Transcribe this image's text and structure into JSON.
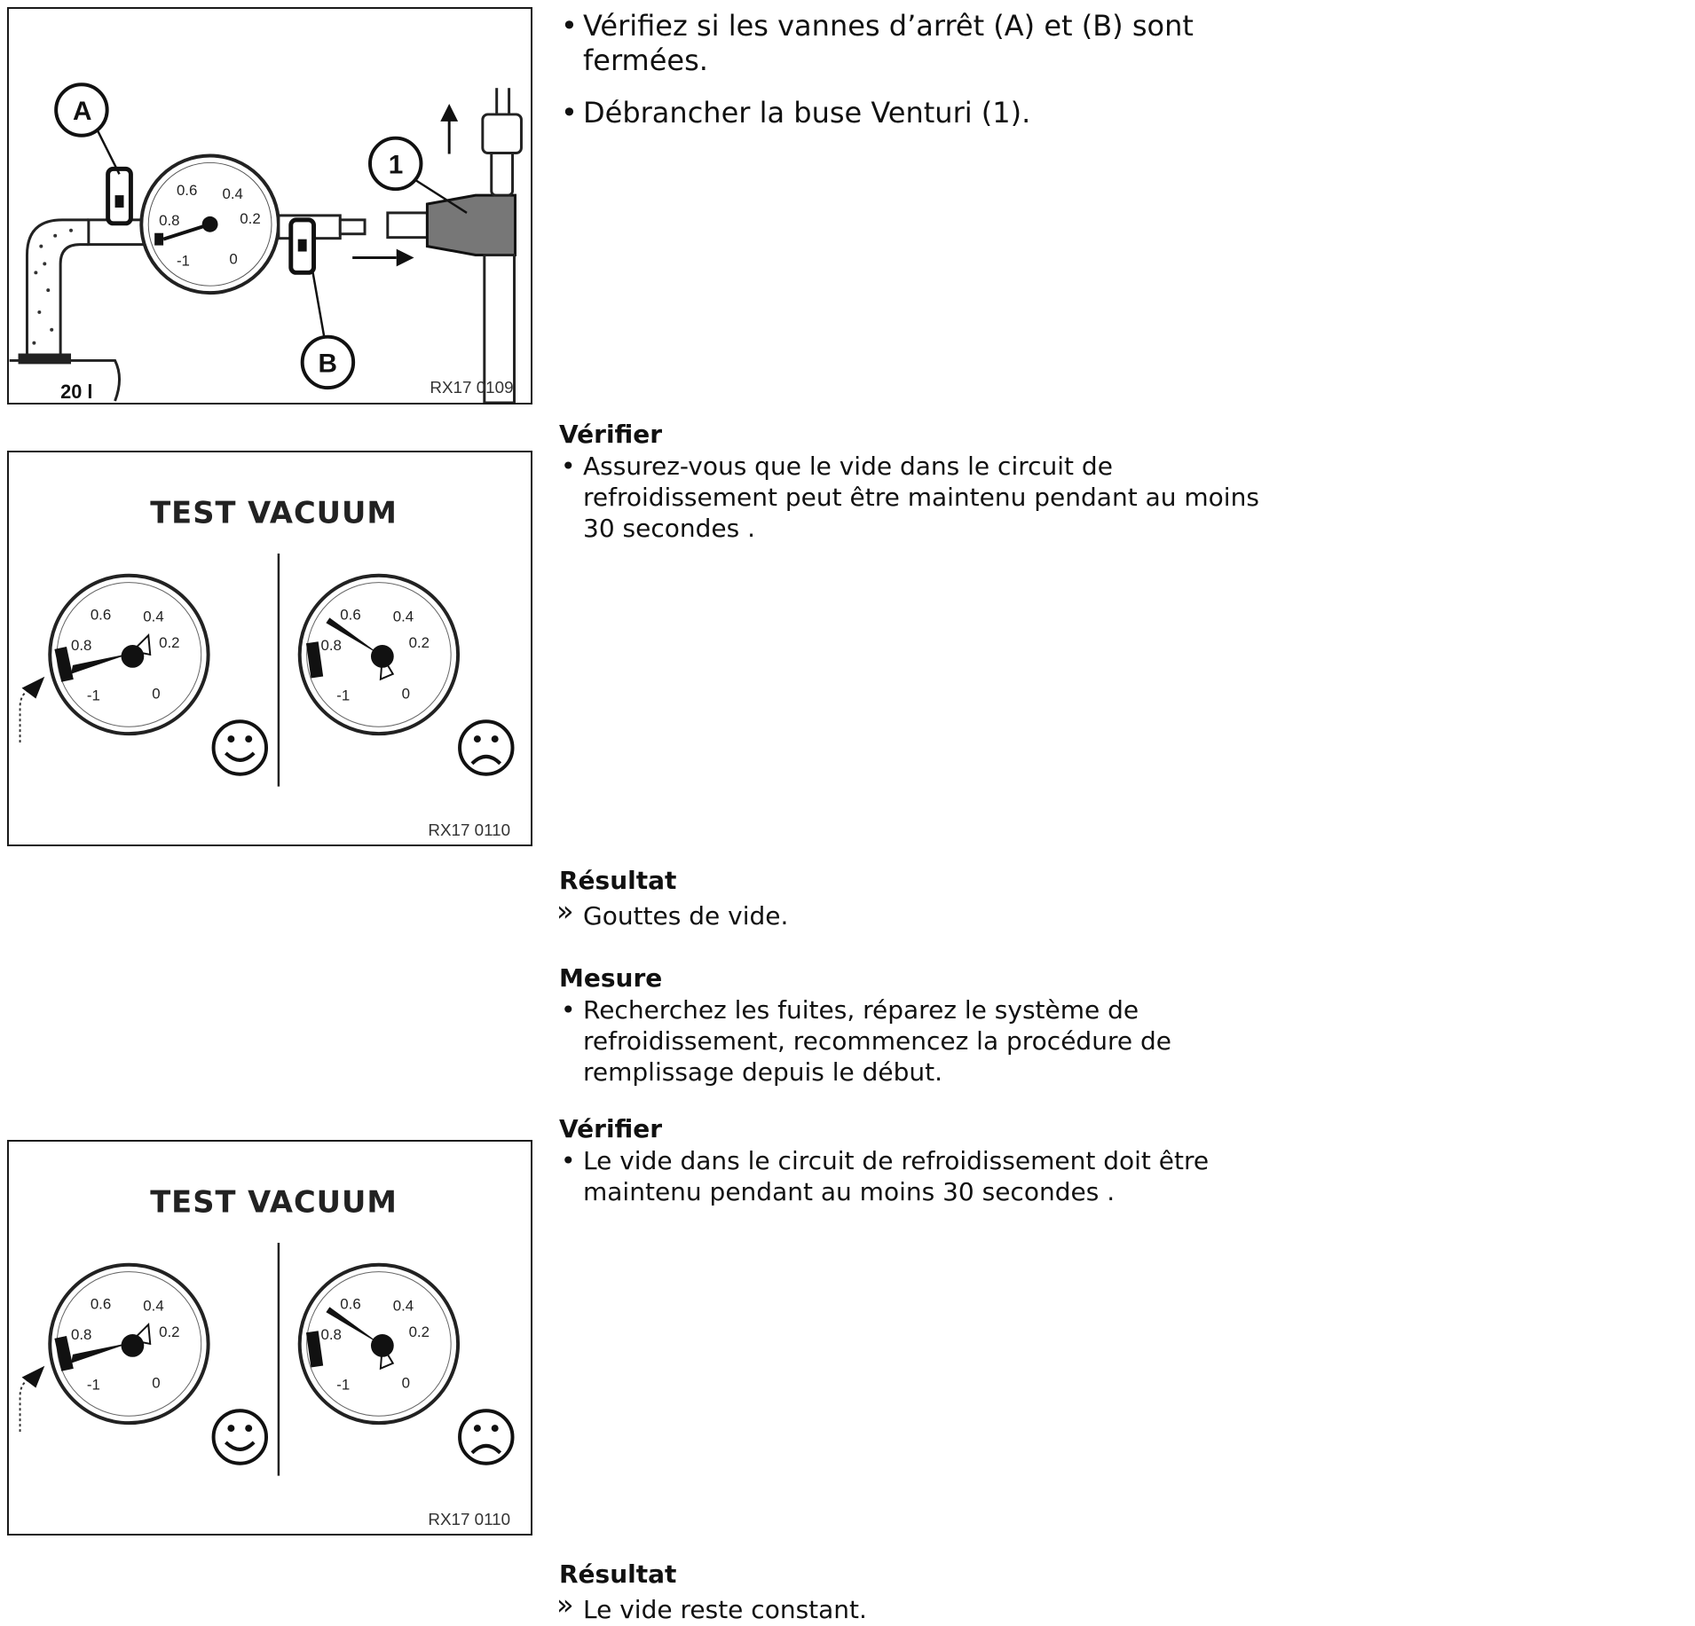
{
  "figures": [
    {
      "code": "RX17 0109",
      "callouts": [
        "A",
        "B",
        "1"
      ],
      "volume_label": "20 l",
      "gauge_ticks": [
        "0.6",
        "0.4",
        "0.8",
        "0.2",
        "-1",
        "0"
      ]
    },
    {
      "title": "TEST VACUUM",
      "code": "RX17 0110",
      "gauge_ticks": [
        "0.6",
        "0.4",
        "0.8",
        "0.2",
        "-1",
        "0"
      ]
    },
    {
      "title": "TEST VACUUM",
      "code": "RX17 0110",
      "gauge_ticks": [
        "0.6",
        "0.4",
        "0.8",
        "0.2",
        "-1",
        "0"
      ]
    }
  ],
  "step1": {
    "bullets": [
      "Vérifiez si les vannes d’arrêt (A) et (B) sont fermées.",
      "Débrancher la buse Venturi (1)."
    ]
  },
  "check1": {
    "heading": "Vérifier",
    "bullets": [
      "Assurez-vous que le vide dans le circuit de refroidissement peut être maintenu pendant au moins 30 secondes ."
    ]
  },
  "result1": {
    "heading": "Résultat",
    "marker": "»",
    "text": "Gouttes de vide."
  },
  "measure1": {
    "heading": "Mesure",
    "bullets": [
      "Recherchez les fuites, réparez le système de refroidissement, recommencez la procédure de remplissage depuis le début."
    ]
  },
  "check2": {
    "heading": "Vérifier",
    "bullets": [
      "Le vide dans le circuit de refroidissement doit être maintenu pendant au moins 30 secondes ."
    ]
  },
  "result2": {
    "heading": "Résultat",
    "marker": "»",
    "text": "Le vide reste constant."
  }
}
